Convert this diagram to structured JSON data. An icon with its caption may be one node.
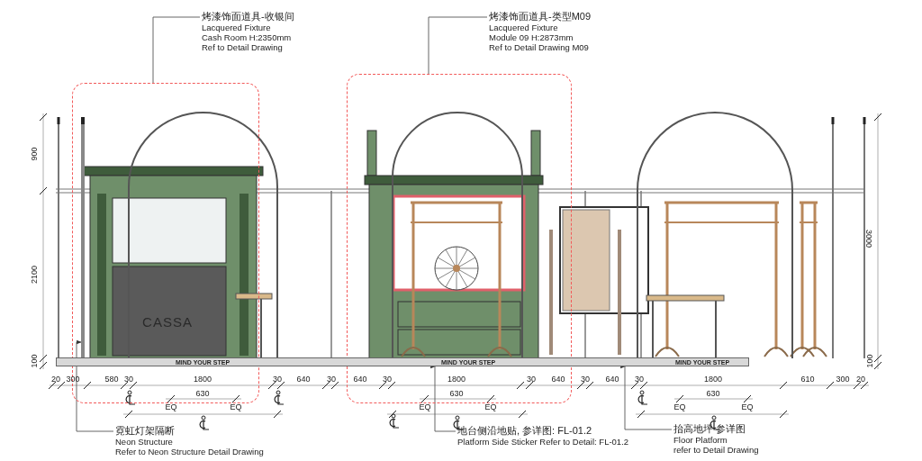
{
  "diagram": {
    "nodes": [
      {
        "text": [
          "烤漆饰面道具-收银间",
          "Lacquered Fixture",
          "Cash Room H:2350mm",
          "Ref to Detail Drawing"
        ]
      },
      {
        "text": [],
        "shape": "box"
      },
      {
        "text": [
          "烤漆饰面道具-类型M09",
          "Lacquered Fixture",
          "Module 09 H:2873mm",
          "Ref to Detail Drawing M09"
        ]
      },
      {
        "text": [],
        "shape": "box"
      },
      {
        "text": [
          "霓虹灯架隔断",
          "Neon Structure",
          "Refer to Neon Structure Detail Drawing"
        ]
      },
      {
        "text": [
          "地台侧沿地贴, 参详图: FL-01.2",
          "Platform Side Sticker Refer to Detail: FL-01.2"
        ]
      },
      {
        "text": [
          "抬高地坪 参详图",
          "Floor Platform",
          "refer to Detail Drawing"
        ]
      },
      {
        "text": [],
        "shape": "bar",
        "in": 1
      },
      {
        "text": [],
        "shape": "bar"
      }
    ],
    "edges": [
      {
        "from": 0,
        "to": 1,
        "arrow": "none"
      },
      {
        "from": 2,
        "to": 3,
        "arrow": "none"
      },
      {
        "from": 4,
        "to": 7,
        "arrow": "to"
      },
      {
        "from": 5,
        "to": 8,
        "arrow": "to"
      },
      {
        "from": 6,
        "to": 8,
        "arrow": "to"
      }
    ],
    "labels": [
      "900",
      "2100",
      "100",
      "3000",
      "100",
      "CASSA",
      "MIND YOUR STEP",
      "MIND YOUR STEP",
      "MIND YOUR STEP",
      "20",
      "300",
      "580",
      "30",
      "1800",
      "30",
      "640",
      "30",
      "640",
      "30",
      "1800",
      "30",
      "640",
      "30",
      "640",
      "30",
      "1800",
      "610",
      "300",
      "20",
      "630",
      "630",
      "630",
      "EQ",
      "EQ",
      "EQ",
      "EQ",
      "EQ",
      "EQ"
    ]
  }
}
